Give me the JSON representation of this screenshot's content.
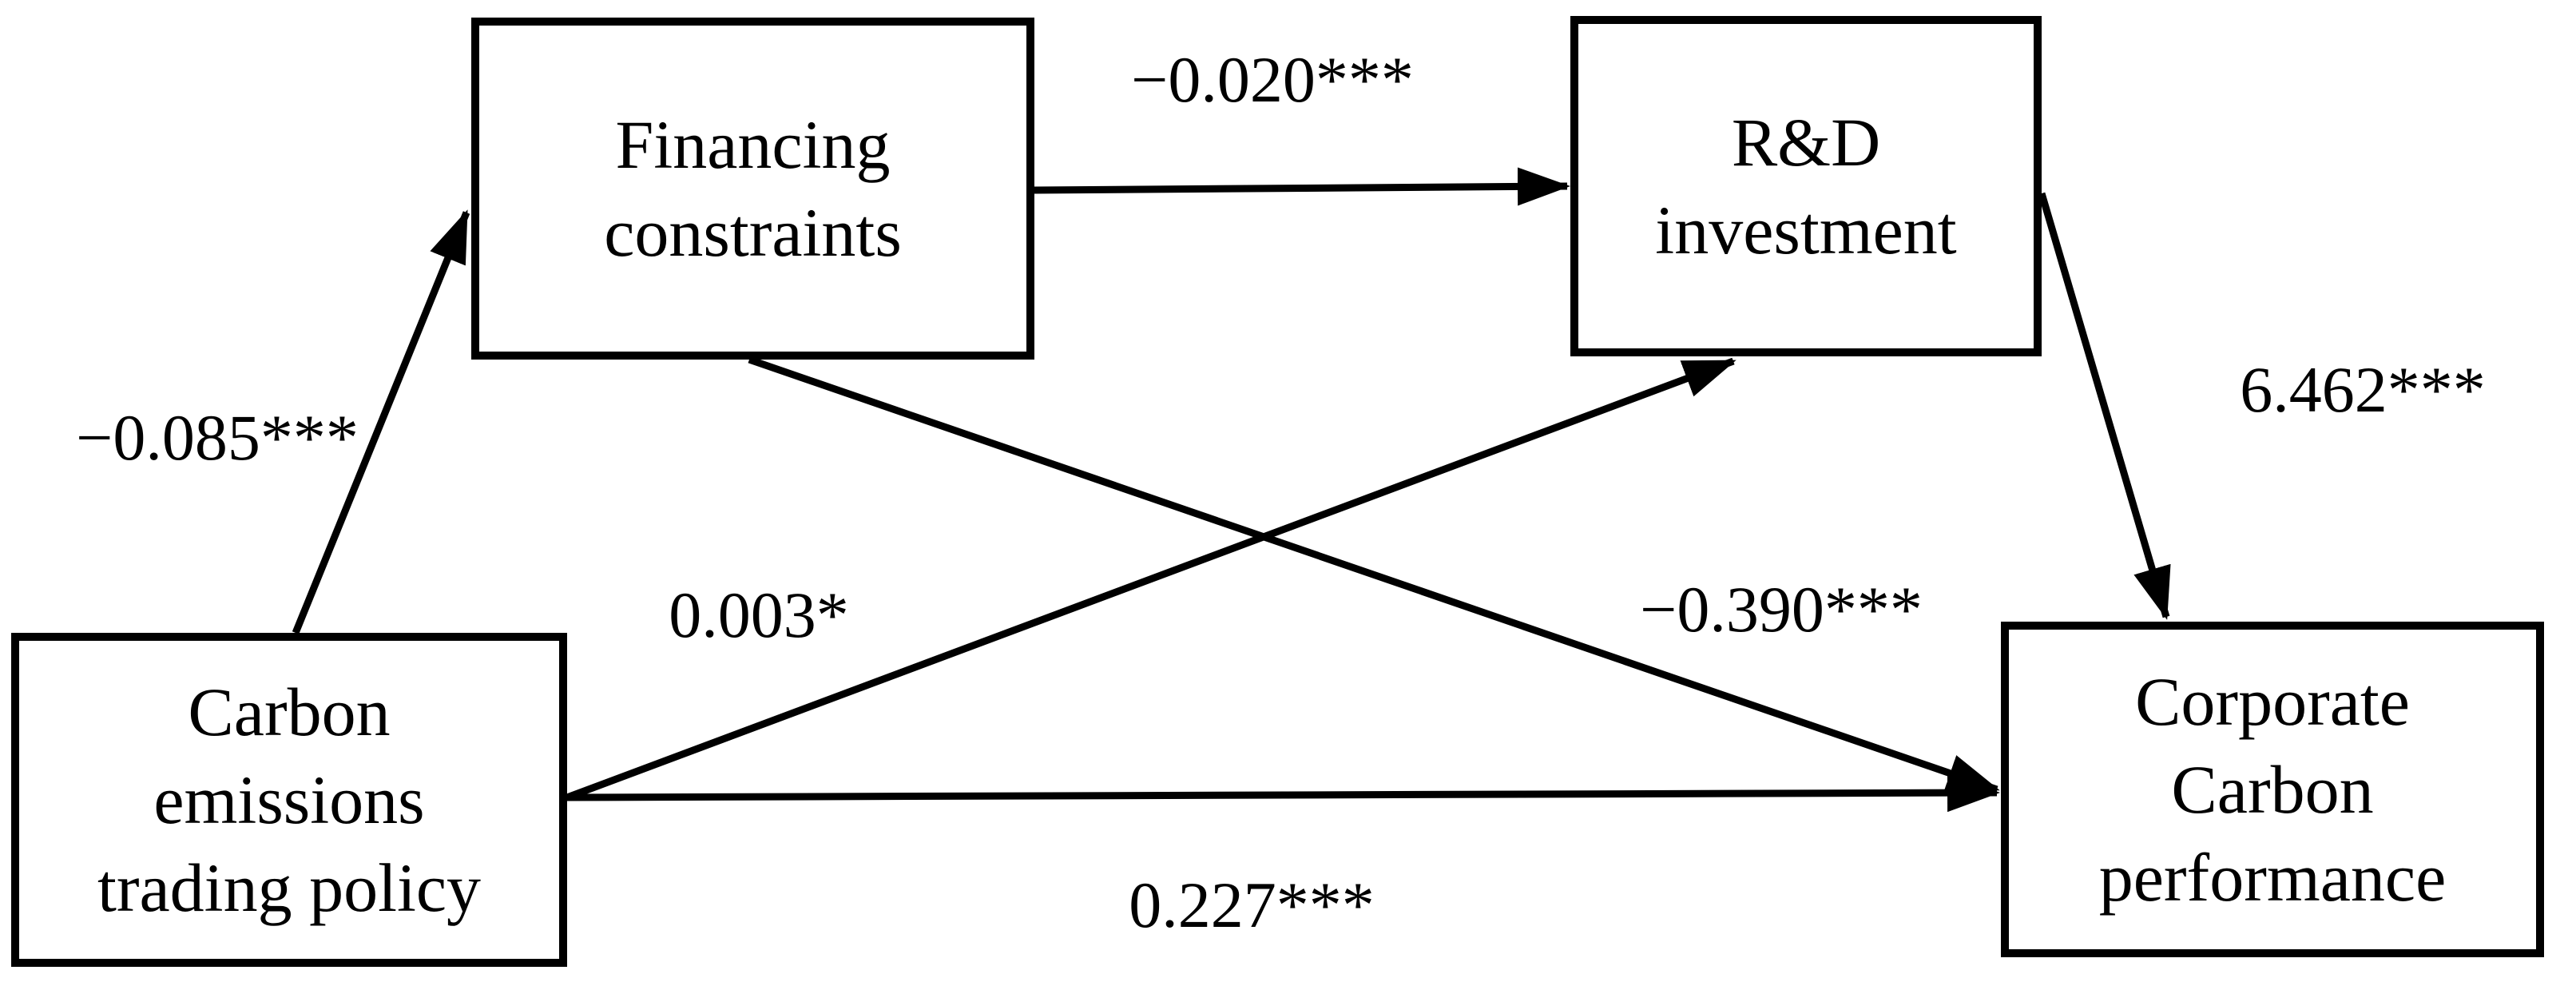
{
  "figure": {
    "type": "path-diagram",
    "background_color": "#ffffff",
    "line_color": "#000000",
    "text_color": "#000000",
    "nodes": [
      {
        "id": "carbon-emissions-trading-policy",
        "lines": [
          "Carbon",
          "emissions",
          "trading policy"
        ]
      },
      {
        "id": "financing-constraints",
        "lines": [
          "Financing",
          "constraints"
        ]
      },
      {
        "id": "rnd-investment",
        "lines": [
          "R&D",
          "investment"
        ]
      },
      {
        "id": "corporate-carbon-performance",
        "lines": [
          "Corporate",
          "Carbon",
          "performance"
        ]
      }
    ],
    "edges": [
      {
        "from": "carbon-emissions-trading-policy",
        "to": "financing-constraints",
        "coefficient": "−0.085***"
      },
      {
        "from": "financing-constraints",
        "to": "rnd-investment",
        "coefficient": "−0.020***"
      },
      {
        "from": "carbon-emissions-trading-policy",
        "to": "rnd-investment",
        "coefficient": "0.003*"
      },
      {
        "from": "financing-constraints",
        "to": "corporate-carbon-performance",
        "coefficient": "−0.390***"
      },
      {
        "from": "rnd-investment",
        "to": "corporate-carbon-performance",
        "coefficient": "6.462***"
      },
      {
        "from": "carbon-emissions-trading-policy",
        "to": "corporate-carbon-performance",
        "coefficient": "0.227***"
      }
    ]
  }
}
